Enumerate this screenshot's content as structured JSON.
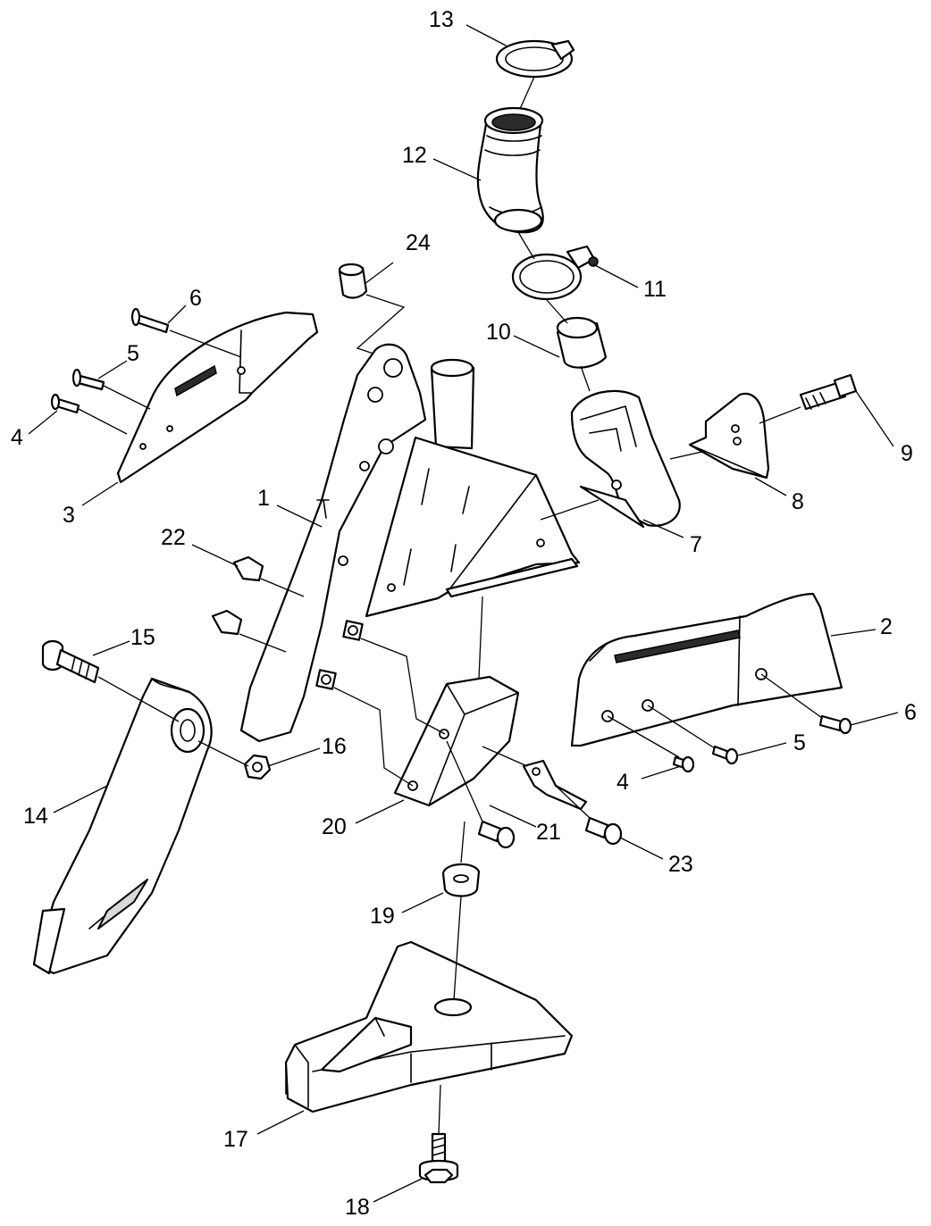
{
  "callouts": {
    "c1": "1",
    "c2": "2",
    "c3": "3",
    "c4a": "4",
    "c4b": "4",
    "c5a": "5",
    "c5b": "5",
    "c6a": "6",
    "c6b": "6",
    "c7": "7",
    "c8": "8",
    "c9": "9",
    "c10": "10",
    "c11": "11",
    "c12": "12",
    "c13": "13",
    "c14": "14",
    "c15": "15",
    "c16": "16",
    "c17": "17",
    "c18": "18",
    "c19": "19",
    "c20": "20",
    "c21": "21",
    "c22": "22",
    "c23": "23",
    "c24": "24"
  }
}
